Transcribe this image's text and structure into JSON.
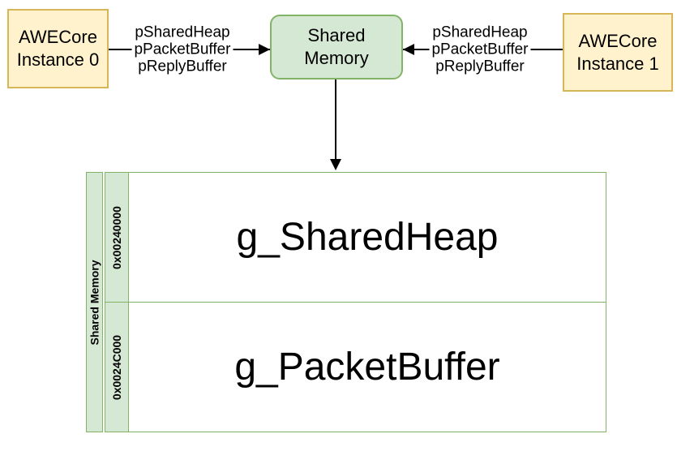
{
  "colors": {
    "background": "#ffffff",
    "text": "#000000",
    "connector": "#000000",
    "node_yellow_fill": "#fff2cc",
    "node_yellow_border": "#d6b656",
    "node_green_fill": "#d5e8d4",
    "node_green_border": "#82b366"
  },
  "nodes": {
    "instance0": {
      "line1": "AWECore",
      "line2": "Instance 0"
    },
    "instance1": {
      "line1": "AWECore",
      "line2": "Instance 1"
    },
    "shared_memory": {
      "line1": "Shared",
      "line2": "Memory"
    }
  },
  "connectors": {
    "left_label": {
      "line1": "pSharedHeap",
      "line2": "pPacketBuffer",
      "line3": "pReplyBuffer"
    },
    "right_label": {
      "line1": "pSharedHeap",
      "line2": "pPacketBuffer",
      "line3": "pReplyBuffer"
    }
  },
  "memory_table": {
    "side_label": "Shared Memory",
    "rows": [
      {
        "address": "0x00240000",
        "name": "g_SharedHeap"
      },
      {
        "address": "0x0024C000",
        "name": "g_PacketBuffer"
      }
    ]
  }
}
